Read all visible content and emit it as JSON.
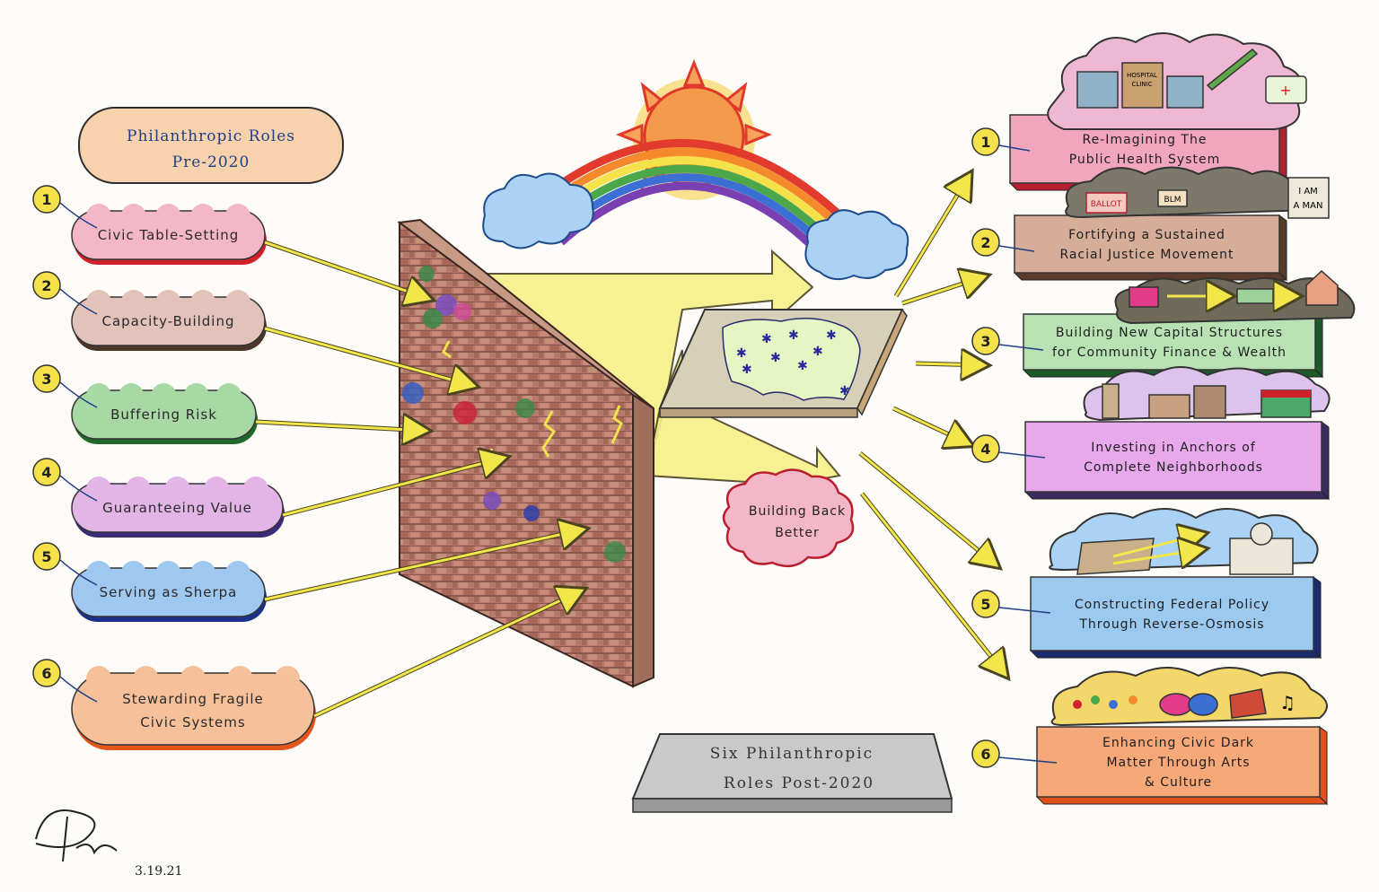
{
  "title": {
    "line1": "Philanthropic Roles",
    "line2": "Pre-2020"
  },
  "pre_roles": [
    {
      "num": "1",
      "label": "Civic Table-Setting",
      "fill": "#f4b7c8",
      "edge": "#d0202a"
    },
    {
      "num": "2",
      "label": "Capacity-Building",
      "fill": "#e3c3b9",
      "edge": "#4a3528"
    },
    {
      "num": "3",
      "label": "Buffering Risk",
      "fill": "#a8d8a4",
      "edge": "#1f6a2a"
    },
    {
      "num": "4",
      "label": "Guaranteeing Value",
      "fill": "#e3b5e6",
      "edge": "#3a2b7a"
    },
    {
      "num": "5",
      "label": "Serving as Sherpa",
      "fill": "#9ec8f0",
      "edge": "#1c2f8a"
    },
    {
      "num": "6",
      "label": "Stewarding Fragile",
      "label2": "Civic Systems",
      "fill": "#f6c19a",
      "edge": "#e2561c"
    }
  ],
  "center_label": {
    "line1": "Building Back",
    "line2": "Better"
  },
  "post_roles": [
    {
      "num": "1",
      "line1": "Re-Imagining The",
      "line2": "Public Health System",
      "fill": "#f2a6bd",
      "edge": "#b81e2d"
    },
    {
      "num": "2",
      "line1": "Fortifying a Sustained",
      "line2": "Racial Justice Movement",
      "fill": "#d6ad99",
      "edge": "#5a3a2a"
    },
    {
      "num": "3",
      "line1": "Building New Capital Structures",
      "line2": "for Community Finance & Wealth",
      "fill": "#b8e2b4",
      "edge": "#1c5a28"
    },
    {
      "num": "4",
      "line1": "Investing in Anchors of",
      "line2": "Complete Neighborhoods",
      "fill": "#e7a8ec",
      "edge": "#3b2a5e"
    },
    {
      "num": "5",
      "line1": "Constructing Federal Policy",
      "line2": "Through Reverse-Osmosis",
      "fill": "#9cc9ef",
      "edge": "#1b2b6e"
    },
    {
      "num": "6",
      "line1": "Enhancing Civic Dark",
      "line2": "Matter Through Arts",
      "line3": "& Culture",
      "fill": "#f7a878",
      "edge": "#e0501a"
    }
  ],
  "plaque": {
    "line1": "Six Philanthropic",
    "line2": "Roles Post-2020"
  },
  "signature": {
    "date": "3.19.21"
  },
  "signs": {
    "ballot": "BALLOT",
    "blm": "BLM",
    "i_am": "I AM",
    "a_man": "A MAN",
    "hospital": "HOSPITAL",
    "clinic": "CLINIC"
  },
  "colors": {
    "arrow_yellow": "#f2e64a",
    "arrow_outline": "#4a4420",
    "brick": "#b9766a",
    "mortar": "#5c3a34",
    "sun": "#f39b4a",
    "rainbow": [
      "#e23b2e",
      "#f48a2b",
      "#f5e14a",
      "#4aa84a",
      "#3b6fd4",
      "#7a3fb0"
    ],
    "cloud_blue": "#a9d2f5"
  }
}
